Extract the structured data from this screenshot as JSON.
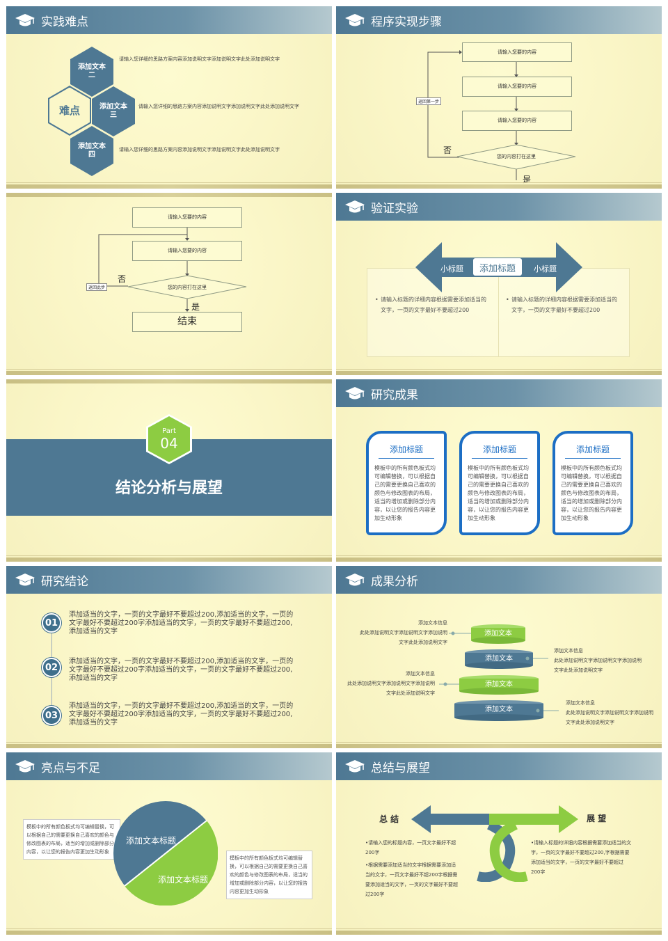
{
  "colors": {
    "blue": "#4e7893",
    "green": "#8dcc42",
    "card_blue": "#1c6ec4"
  },
  "s1": {
    "title": "实践难点",
    "center": "难点",
    "hex": [
      "添加文本\n二",
      "添加文本\n三",
      "添加文本\n四"
    ],
    "texts": [
      "请输入您详细的思路方案内容添加说明文字添加说明文字此处添加说明文字",
      "请输入您详细的思路方案内容添加说明文字添加说明文字此处添加说明文字",
      "请输入您详细的思路方案内容添加说明文字添加说明文字此处添加说明文字"
    ]
  },
  "s2": {
    "title": "程序实现步骤",
    "boxes": [
      "请输入您要的内容",
      "请输入您要的内容",
      "请输入您要的内容"
    ],
    "diamond": "您的内容打在这里",
    "back": "返回第一步",
    "no": "否",
    "yes": "是"
  },
  "s3": {
    "boxes": [
      "请输入您要的内容",
      "请输入您要的内容"
    ],
    "diamond": "您的内容打在这里",
    "back": "返回此步",
    "no": "否",
    "yes": "是",
    "end": "结束"
  },
  "s4": {
    "title": "验证实验",
    "left": "小标题",
    "center": "添加标题",
    "right": "小标题",
    "p1": "请输入标题的详细内容根据需要添加适当的文字，一页的文字最好不要超过200",
    "p2": "请输入标题的详细内容根据需要添加适当的文字，一页的文字最好不要超过200"
  },
  "s5": {
    "part": "Part",
    "num": "04",
    "title": "结论分析与展望"
  },
  "s6": {
    "title": "研究成果",
    "cards": [
      {
        "h": "添加标题",
        "b": "模板中的所有颜色板式均可编辑替换，可以根据自己的需要更换自己喜欢的颜色与修改图表的布局，适当的增加或删除部分内容，以让您的报告内容更加生动形象"
      },
      {
        "h": "添加标题",
        "b": "模板中的所有颜色板式均可编辑替换，可以根据自己的需要更换自己喜欢的颜色与修改图表的布局，适当的增加或删除部分内容，以让您的报告内容更加生动形象"
      },
      {
        "h": "添加标题",
        "b": "模板中的所有颜色板式均可编辑替换，可以根据自己的需要更换自己喜欢的颜色与修改图表的布局，适当的增加或删除部分内容，以让您的报告内容更加生动形象"
      }
    ]
  },
  "s7": {
    "title": "研究结论",
    "items": [
      {
        "n": "01",
        "t": "添加适当的文字，一页的文字最好不要超过200,添加适当的文字，一页的文字最好不要超过200字添加适当的文字，一页的文字最好不要超过200,添加适当的文字"
      },
      {
        "n": "02",
        "t": "添加适当的文字，一页的文字最好不要超过200,添加适当的文字，一页的文字最好不要超过200字添加适当的文字，一页的文字最好不要超过200,添加适当的文字"
      },
      {
        "n": "03",
        "t": "添加适当的文字，一页的文字最好不要超过200,添加适当的文字，一页的文字最好不要超过200字添加适当的文字，一页的文字最好不要超过200,添加适当的文字"
      }
    ]
  },
  "s8": {
    "title": "成果分析",
    "disks": [
      "添加文本",
      "添加文本",
      "添加文本",
      "添加文本"
    ],
    "info_title": "添加文本信息",
    "info_body": "此处添加说明文字添加说明文字添加说明文字此处添加说明文字"
  },
  "s9": {
    "title": "亮点与不足",
    "pie1": "添加文本标题",
    "pie2": "添加文本标题",
    "left": "模板中的所有颜色板式均可编辑替换，可以根据自己的需要更换自己喜欢的颜色与修改图表的布局，适当的增加或删除部分内容，以让您的报告内容更加生动形象",
    "right": "模板中的所有颜色板式均可编辑替换，可以根据自己的需要更换自己喜欢的颜色与修改图表的布局，适当的增加或删除部分内容，以让您的报告内容更加生动形象"
  },
  "s10": {
    "title": "总结与展望",
    "l_title": "总 结",
    "r_title": "展 望",
    "l1": "•请输入您的标题内容，一页文字最好不超200字",
    "l2": "•根据需要添加适当的文字根据需要添加适当的文字，一页文字最好不超200字根据需要添加适当的文字，一页的文字最好不要超过200字",
    "r1": "•请输入标题的详细内容根据需要添加适当的文字，一页的文字最好不要超过200,字根据需要添加适当的文字，一页的文字最好不要超过200字"
  }
}
